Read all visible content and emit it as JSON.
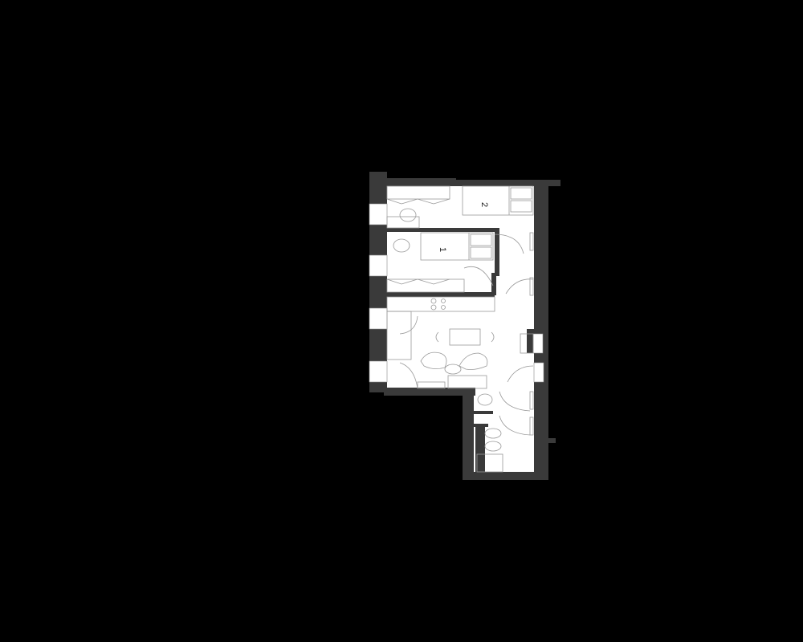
{
  "plan": {
    "type": "apartment floor plan",
    "background": "#000000",
    "floor_color": "#ffffff",
    "wall_color": "#3a3a3a",
    "line_color": "#999999",
    "rooms": [
      {
        "id": "bedroom-2",
        "label": "2",
        "furniture": [
          "bed",
          "wardrobe",
          "armchair"
        ]
      },
      {
        "id": "bedroom-1",
        "label": "1",
        "furniture": [
          "bed",
          "wardrobe",
          "armchair"
        ]
      },
      {
        "id": "living-kitchen",
        "label": "",
        "furniture": [
          "kitchen counter",
          "cooktop",
          "dining table",
          "chairs",
          "armchairs",
          "coffee table",
          "sofa"
        ]
      },
      {
        "id": "hallway",
        "label": ""
      },
      {
        "id": "bathroom",
        "label": "",
        "furniture": [
          "toilet",
          "bidet",
          "sink",
          "shower"
        ]
      },
      {
        "id": "wc",
        "label": "",
        "furniture": [
          "sink"
        ]
      }
    ],
    "bed_labels": {
      "bed1": "1",
      "bed2": "2"
    }
  }
}
